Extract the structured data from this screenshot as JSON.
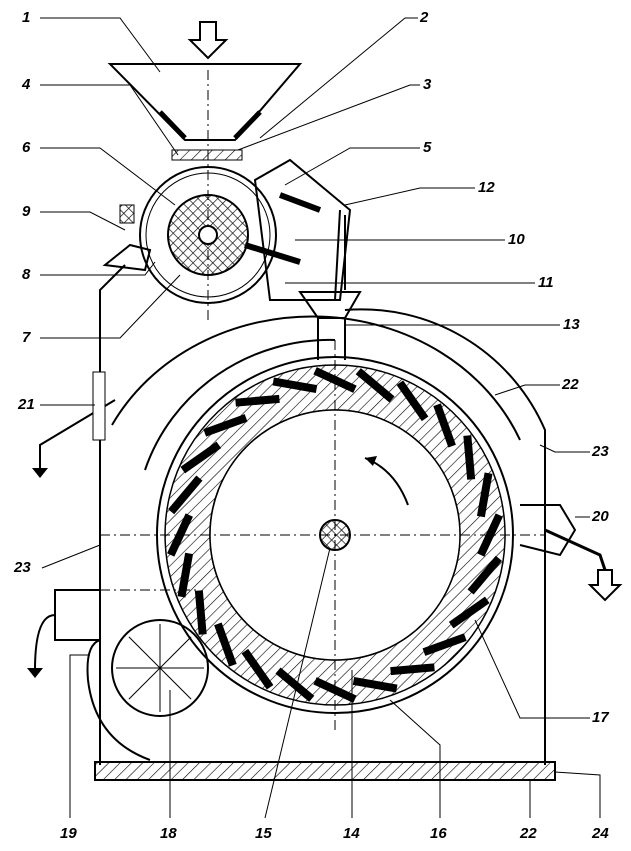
{
  "diagram": {
    "type": "hammer mill / rotor crusher cross-section",
    "labels": [
      "1",
      "2",
      "3",
      "4",
      "5",
      "6",
      "7",
      "8",
      "9",
      "10",
      "11",
      "12",
      "13",
      "14",
      "15",
      "16",
      "17",
      "18",
      "19",
      "20",
      "21",
      "22",
      "23",
      "24"
    ]
  }
}
